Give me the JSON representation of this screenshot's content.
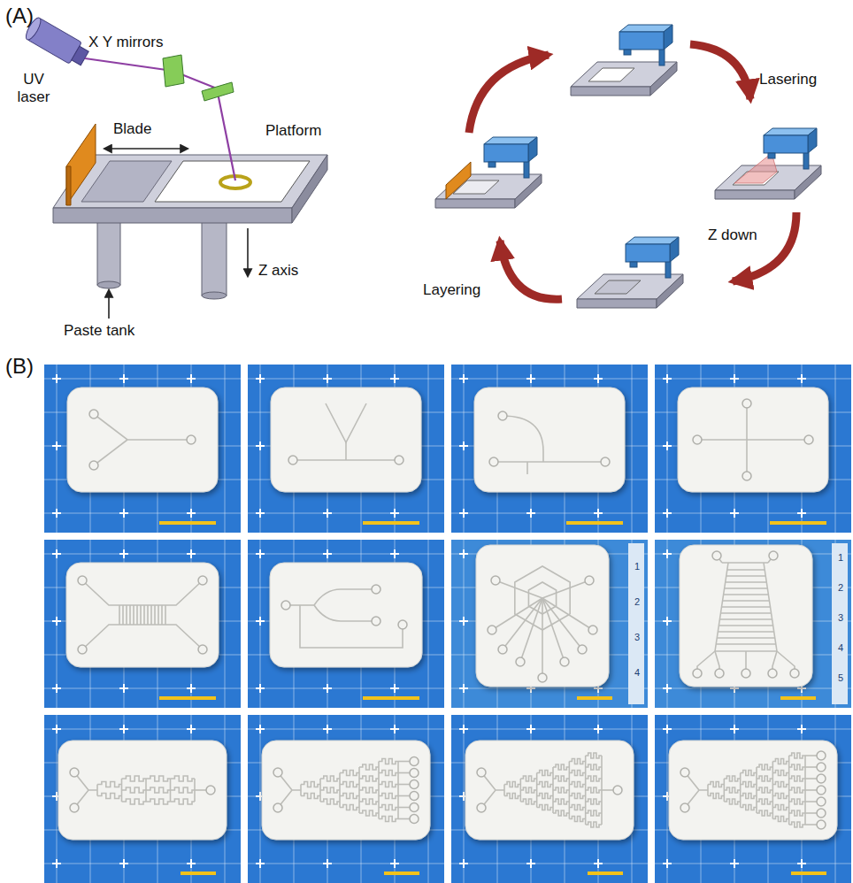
{
  "diagram": {
    "labels": [
      "(A)",
      "UV laser",
      "X Y mirrors",
      "Blade",
      "Platform",
      "Z axis",
      "Paste tank",
      "Lasering",
      "Z down",
      "Layering",
      "(B)",
      "1",
      "2",
      "3",
      "4",
      "1",
      "2",
      "3",
      "4",
      "5"
    ]
  }
}
